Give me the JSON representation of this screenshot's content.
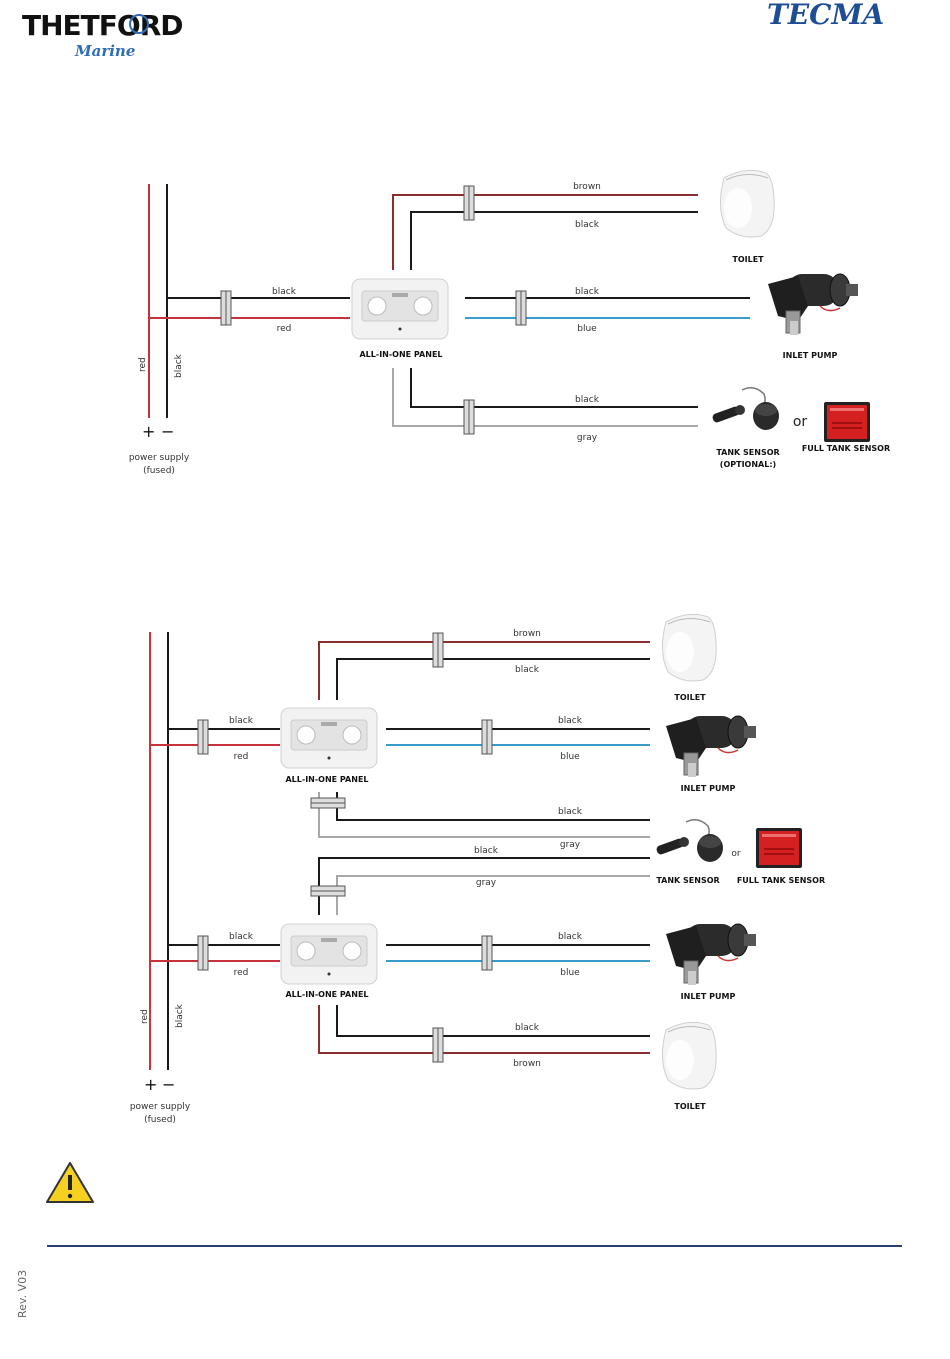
{
  "header": {
    "brand_left": "THETFORD",
    "brand_left_sub": "Marine",
    "brand_right": "TECMA"
  },
  "diagram1": {
    "wire_brown": "brown",
    "wire_black": "black",
    "wire_red": "red",
    "wire_blue": "blue",
    "wire_gray": "gray",
    "label_toilet": "TOILET",
    "label_inlet_pump": "INLET PUMP",
    "label_panel": "ALL-IN-ONE PANEL",
    "label_tank_sensor": "TANK SENSOR",
    "label_optional": "(OPTIONAL:)",
    "label_or": "or",
    "label_full_tank_sensor": "FULL TANK SENSOR",
    "label_power_supply": "power supply",
    "label_fused": "(fused)",
    "plus": "+",
    "minus": "−"
  },
  "diagram2": {
    "wire_brown": "brown",
    "wire_black": "black",
    "wire_red": "red",
    "wire_blue": "blue",
    "wire_gray": "gray",
    "label_toilet": "TOILET",
    "label_inlet_pump": "INLET PUMP",
    "label_panel": "ALL-IN-ONE PANEL",
    "label_tank_sensor": "TANK SENSOR",
    "label_or": "or",
    "label_full_tank_sensor": "FULL TANK SENSOR",
    "label_power_supply": "power supply",
    "label_fused": "(fused)",
    "plus": "+",
    "minus": "−"
  },
  "footer": {
    "revision": "Rev. V03"
  },
  "colors": {
    "red_wire": "#c8323a",
    "black_wire": "#1a1a1a",
    "blue_wire": "#3a9bcf",
    "gray_wire": "#a8a8a8",
    "brown_wire": "#8b2d2d",
    "footer_rule": "#2a3f6b",
    "warning": "#f5d020"
  },
  "icons": [
    "warning-icon",
    "toilet-icon",
    "pump-icon",
    "tank-sensor-icon",
    "full-tank-sensor-icon",
    "panel-icon"
  ]
}
